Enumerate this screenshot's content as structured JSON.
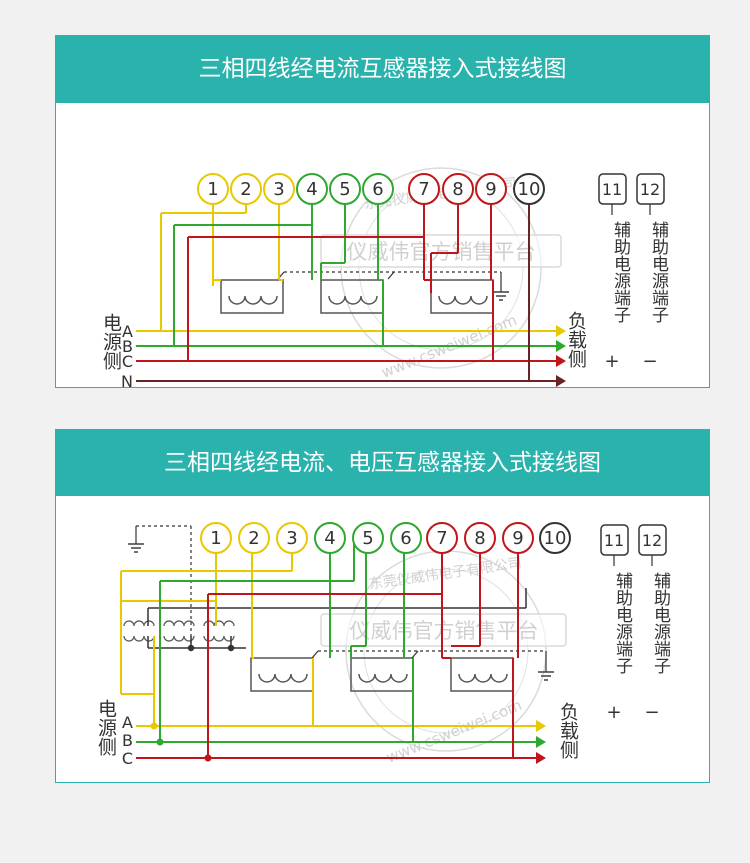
{
  "colors": {
    "accent": "#2ab2ad",
    "phase_a": "#e8c800",
    "phase_b": "#2ea82e",
    "phase_c": "#c0161b",
    "neutral": "#6b2424",
    "terminal_10": "#333333"
  },
  "panel1": {
    "title": "三相四线经电流互感器接入式接线图",
    "terminals": [
      "1",
      "2",
      "3",
      "4",
      "5",
      "6",
      "7",
      "8",
      "9",
      "10"
    ],
    "aux_terminals": [
      "11",
      "12"
    ],
    "source_label": "电源侧",
    "phase_labels": [
      "A",
      "B",
      "C",
      "N"
    ],
    "load_label": "负载侧",
    "aux_label": "辅助电源端子",
    "aux_signs": [
      "+",
      "−"
    ],
    "watermark_brand": "仪威伟官方销售平台",
    "watermark_arc": "东莞仪威伟电子有限公司",
    "watermark_url": "www.csweiwei.com"
  },
  "panel2": {
    "title": "三相四线经电流、电压互感器接入式接线图",
    "terminals": [
      "1",
      "2",
      "3",
      "4",
      "5",
      "6",
      "7",
      "8",
      "9",
      "10"
    ],
    "aux_terminals": [
      "11",
      "12"
    ],
    "source_label": "电源侧",
    "phase_labels": [
      "A",
      "B",
      "C"
    ],
    "load_label": "负载侧",
    "aux_label": "辅助电源端子",
    "aux_signs": [
      "+",
      "−"
    ],
    "watermark_brand": "仪威伟官方销售平台",
    "watermark_arc": "东莞仪威伟电子有限公司",
    "watermark_url": "www.csweiwei.com"
  }
}
